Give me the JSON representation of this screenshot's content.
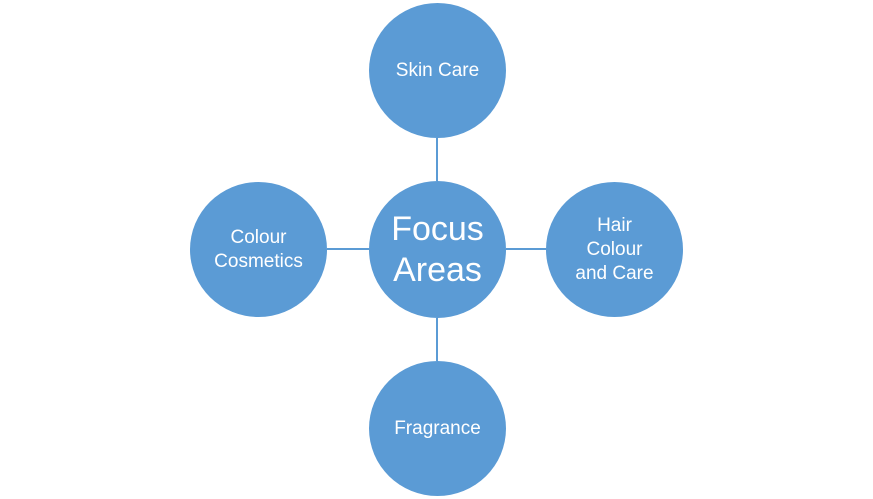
{
  "diagram": {
    "center": {
      "lines": [
        "Focus",
        "Areas"
      ]
    },
    "top": {
      "lines": [
        "Skin Care"
      ]
    },
    "right": {
      "lines": [
        "Hair",
        "Colour",
        "and Care"
      ]
    },
    "bottom": {
      "lines": [
        "Fragrance"
      ]
    },
    "left": {
      "lines": [
        "Colour",
        "Cosmetics"
      ]
    }
  },
  "colors": {
    "node_fill": "#5b9bd5",
    "text": "#ffffff",
    "connector": "#5b9bd5",
    "background": "#ffffff"
  }
}
